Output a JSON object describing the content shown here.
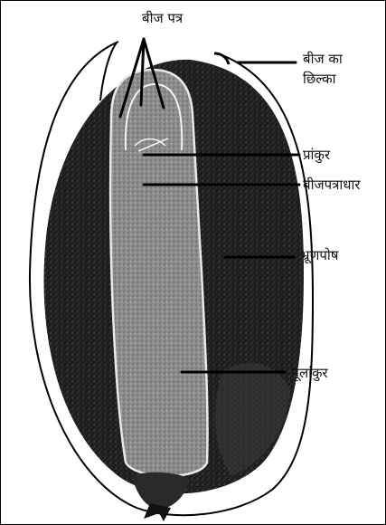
{
  "labels": {
    "cotyledon": "बीज पत्र",
    "seed_coat": "बीज का छिल्का",
    "plumule": "प्रांकुर",
    "hypocotyl": "बीजपत्राधार",
    "endosperm": "भ्रूणपोष",
    "radicle": "मूलांकुर"
  },
  "colors": {
    "endosperm": "#1f1f1f",
    "embryo_axis": "#8a8a8a",
    "outline": "#000000",
    "background": "#ffffff"
  }
}
